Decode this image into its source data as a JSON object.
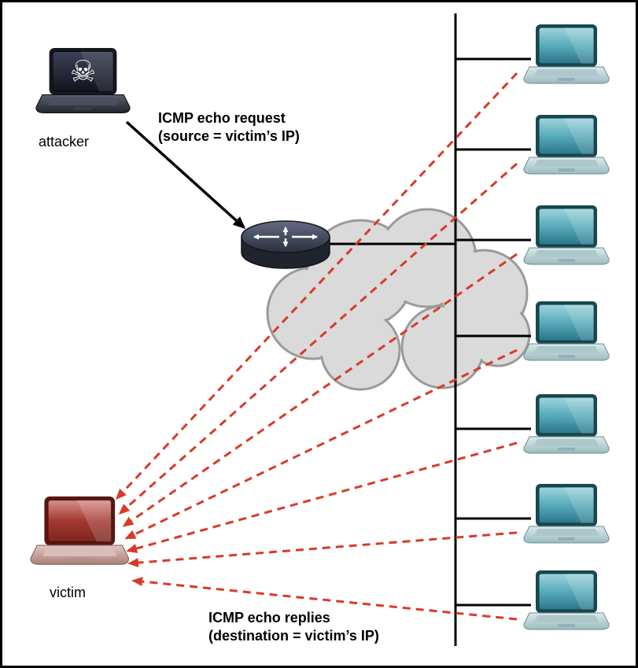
{
  "labels": {
    "attacker": "attacker",
    "victim": "victim"
  },
  "captions": {
    "request": {
      "line1": "ICMP echo request",
      "line2": "(source = victim’s IP)"
    },
    "replies": {
      "line1": "ICMP echo replies",
      "line2": "(destination = victim’s IP)"
    }
  },
  "icons": {
    "skull": "☠",
    "router": "cross-arrows-icon"
  },
  "colors": {
    "request_arrow": "#000000",
    "reply_arrow": "#d93a28",
    "zombie_screen": "#57abba",
    "victim_screen": "#a33830",
    "attacker_screen": "#1c2030",
    "cloud_fill": "#ececec",
    "cloud_stroke": "#9a9a9a"
  },
  "zombie_host_count": 7
}
